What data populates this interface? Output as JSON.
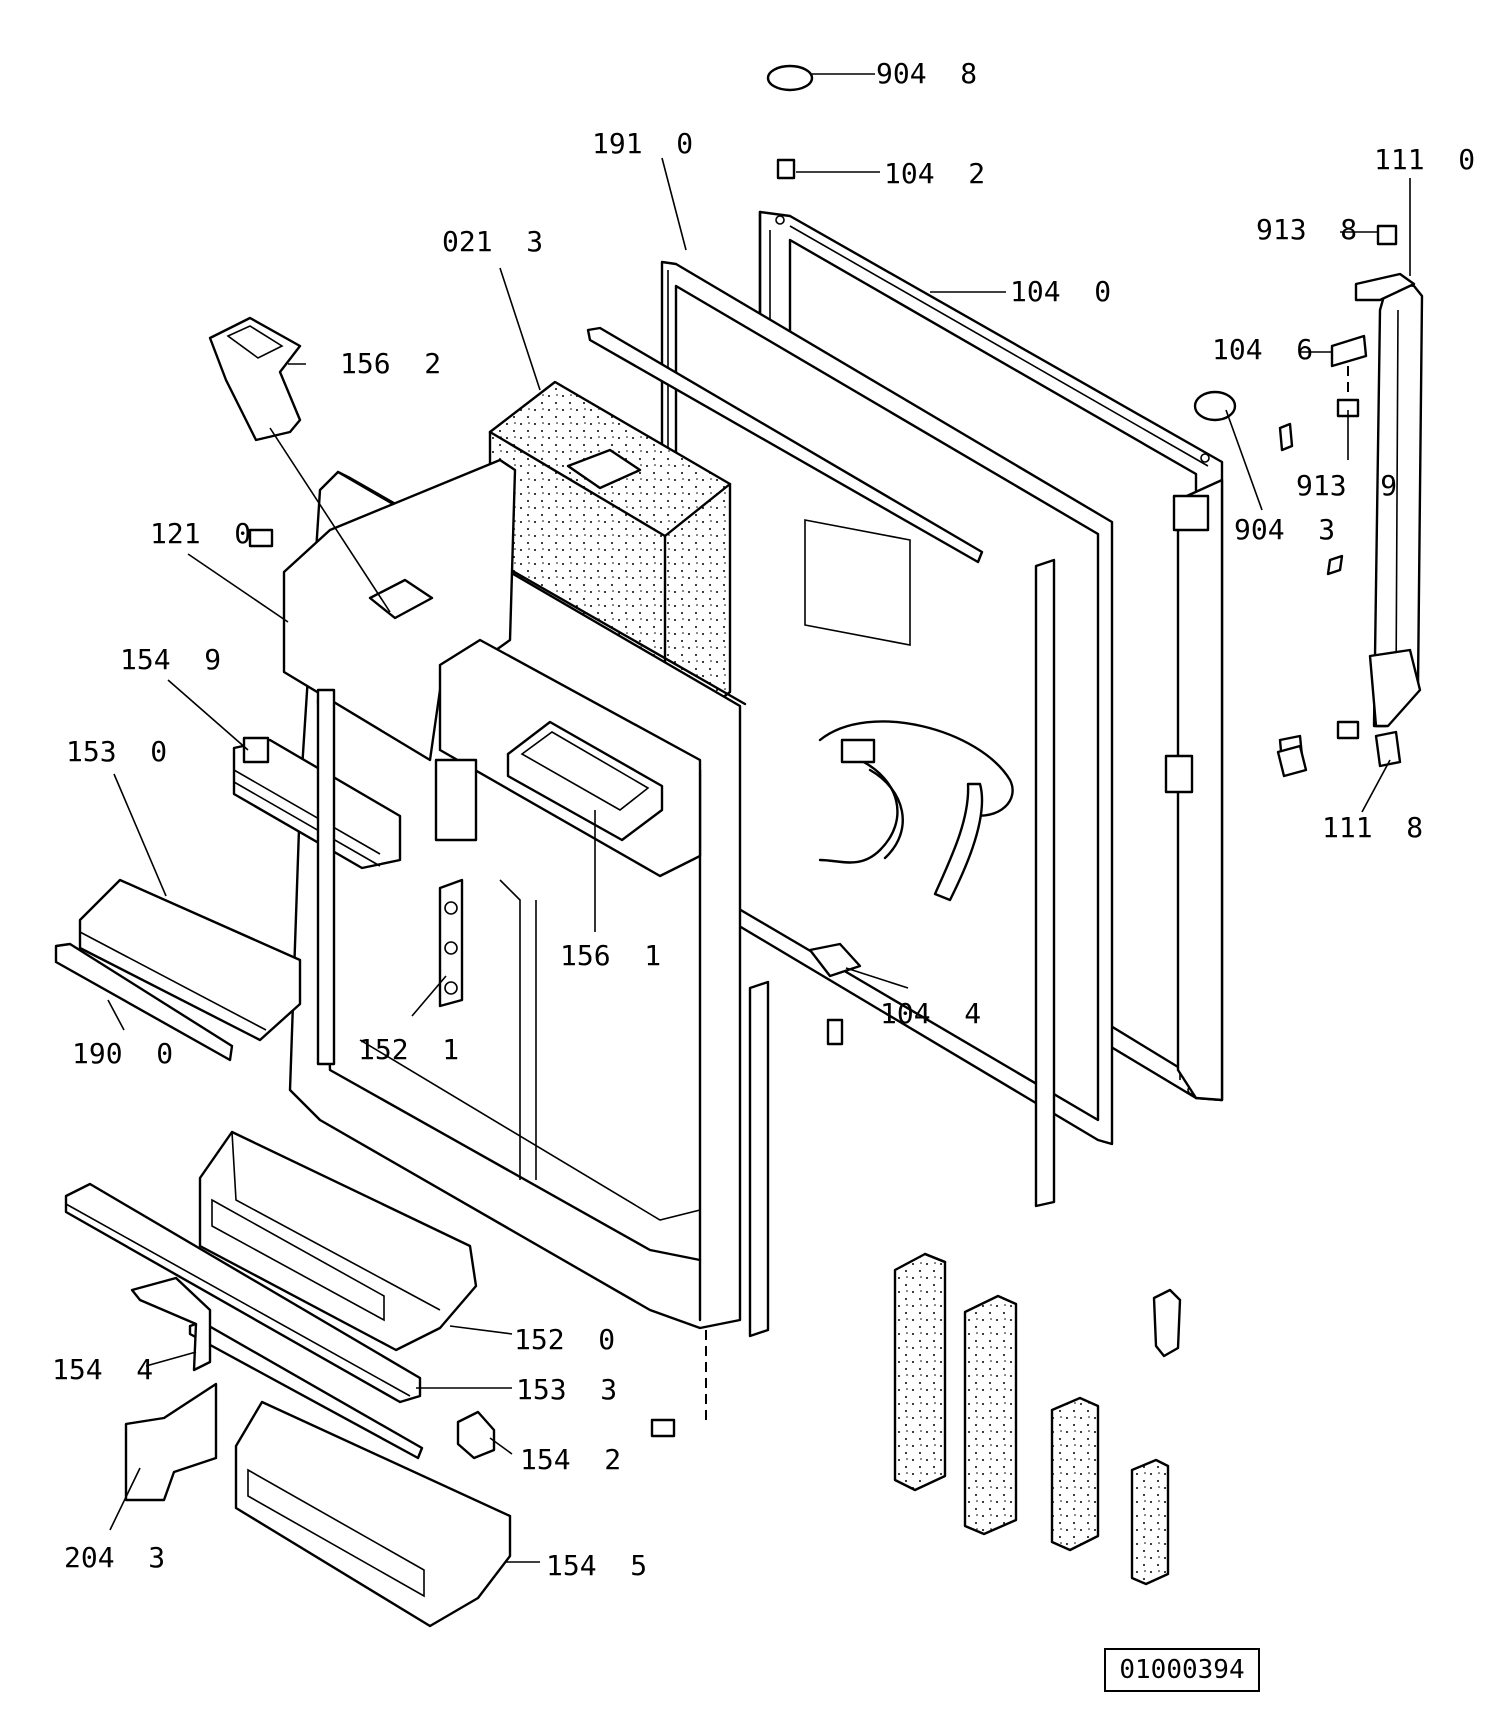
{
  "labels": {
    "p904_8": "904  8",
    "p191_0": "191  0",
    "p104_2": "104  2",
    "p111_0": "111  0",
    "p913_8": "913  8",
    "p021_3": "021  3",
    "p104_0": "104  0",
    "p104_6": "104  6",
    "p156_2": "156  2",
    "p913_9": "913  9",
    "p904_3": "904  3",
    "p121_0": "121  0",
    "p154_9": "154  9",
    "p153_0": "153  0",
    "p111_8": "111  8",
    "p156_1": "156  1",
    "p104_4": "104  4",
    "p152_1": "152  1",
    "p190_0": "190  0",
    "p152_0": "152  0",
    "p154_4": "154  4",
    "p153_3": "153  3",
    "p154_2": "154  2",
    "p204_3": "204  3",
    "p154_5": "154  5"
  },
  "document_number": "01000394"
}
